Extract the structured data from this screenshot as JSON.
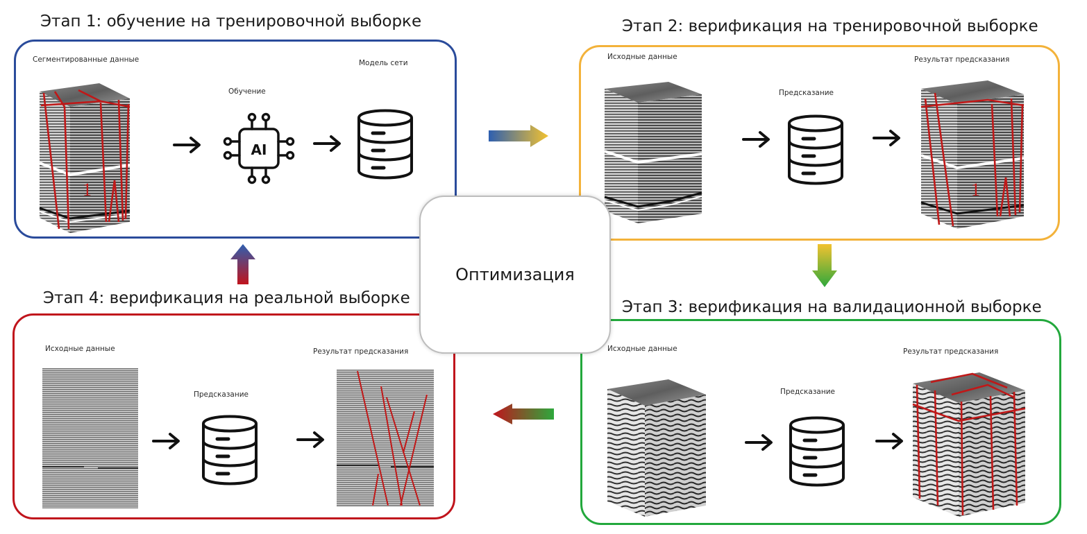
{
  "colors": {
    "stage1": "#2a4b9b",
    "stage2": "#f3b23a",
    "stage3": "#22a83c",
    "stage4": "#c0141c",
    "fault": "#c01818"
  },
  "stages": [
    {
      "title": "Этап 1: обучение на тренировочной выборке",
      "labels": {
        "input": "Сегментированные данные",
        "process": "Обучение",
        "output": "Модель сети"
      },
      "chip_text": "AI"
    },
    {
      "title": "Этап 2: верификация на тренировочной выборке",
      "labels": {
        "input": "Исходные данные",
        "process": "Предсказание",
        "output": "Результат предсказания"
      }
    },
    {
      "title": "Этап 3: верификация на валидационной выборке",
      "labels": {
        "input": "Исходные данные",
        "process": "Предсказание",
        "output": "Результат предсказания"
      }
    },
    {
      "title": "Этап 4: верификация на реальной выборке",
      "labels": {
        "input": "Исходные данные",
        "process": "Предсказание",
        "output": "Результат предсказания"
      }
    }
  ],
  "center": {
    "label": "Оптимизация"
  },
  "icons": {
    "arrow": "right-arrow-icon",
    "database": "database-icon",
    "chip": "ai-chip-icon",
    "cube": "seismic-cube-image",
    "section": "seismic-section-image"
  }
}
